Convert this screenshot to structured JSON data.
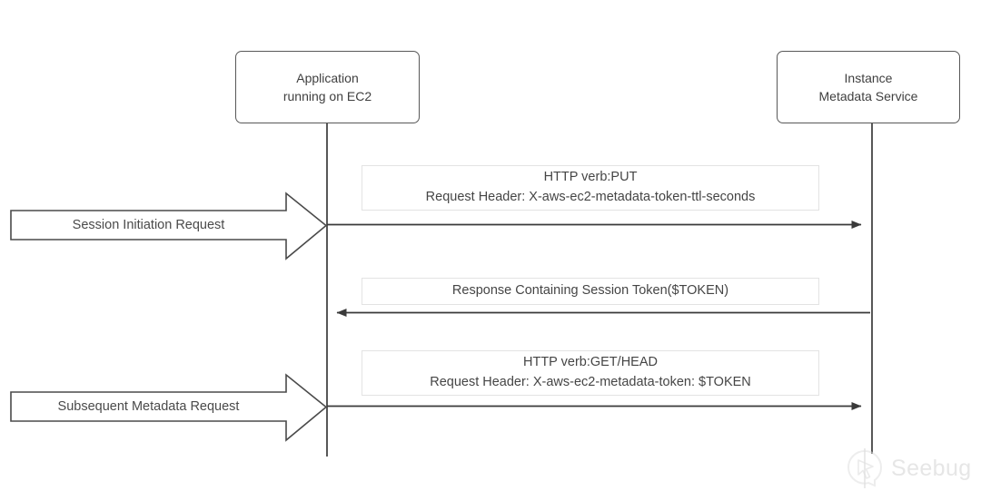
{
  "diagram": {
    "type": "sequence-diagram",
    "background_color": "#ffffff",
    "stroke_color": "#585858",
    "text_color": "#454545",
    "label_box_border_color": "#e3e3e3",
    "participants": [
      {
        "id": "application",
        "label": "Application\nrunning on EC2",
        "line1": "Application",
        "line2": "running on EC2"
      },
      {
        "id": "metadata-service",
        "label": "Instance\nMetadata Service",
        "line1": "Instance",
        "line2": "Metadata Service"
      }
    ],
    "messages": [
      {
        "id": "session-initiation",
        "direction": "left-to-right",
        "line1": "HTTP verb:PUT",
        "line2": "Request Header: X-aws-ec2-metadata-token-ttl-seconds"
      },
      {
        "id": "session-token-response",
        "direction": "right-to-left",
        "line1": "Response Containing Session Token($TOKEN)",
        "line2": ""
      },
      {
        "id": "metadata-request",
        "direction": "left-to-right",
        "line1": "HTTP verb:GET/HEAD",
        "line2": "Request Header: X-aws-ec2-metadata-token: $TOKEN"
      }
    ],
    "external_requests": [
      {
        "id": "session-initiation-request",
        "label": "Session Initiation Request"
      },
      {
        "id": "subsequent-metadata-request",
        "label": "Subsequent Metadata Request"
      }
    ]
  },
  "watermark": {
    "text": "Seebug",
    "icon": "seebug-cursor-logo",
    "color": "#d2d2d2"
  }
}
